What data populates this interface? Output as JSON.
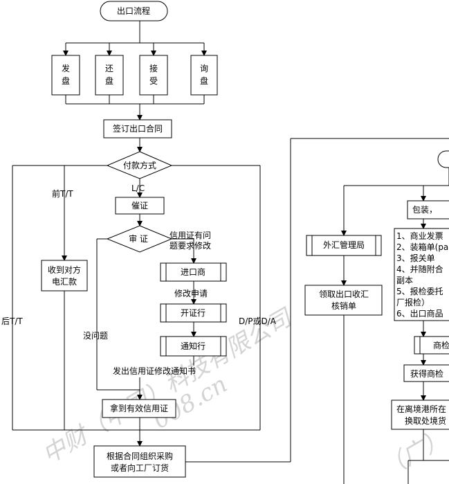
{
  "nodes": {
    "start": "出口流程",
    "s1": "发",
    "s1b": "盘",
    "s2": "还",
    "s2b": "盘",
    "s3": "接",
    "s3b": "受",
    "s4": "询",
    "s4b": "盘",
    "sign": "签订出口合同",
    "payment": "付款方式",
    "urge": "催证",
    "review": "审  证",
    "importer": "进口商",
    "issuing_bank": "开证行",
    "advising_bank": "通知行",
    "received_tt_1": "收到对方",
    "received_tt_2": "电汇款",
    "valid_lc": "拿到有效信用证",
    "purchase_1": "根据合同组织采购",
    "purchase_2": "或者向工厂订货",
    "forex_bureau": "外汇管理局",
    "verify_1": "领取出口收汇",
    "verify_2": "核销单",
    "packing": "包装，",
    "docs": [
      "1、商业发票",
      "2、装箱单(pa",
      "3、报关单",
      "4、并随附合",
      "副本",
      "5、报检委托",
      "厂报检）",
      "6、出口商品"
    ],
    "inspect": "商检",
    "get_inspect": "获得商检",
    "port_1": "在离境港所在",
    "port_2": "换取处境货"
  },
  "labels": {
    "pre_tt": "前T/T",
    "lc": "L/C",
    "post_tt": "后T/T",
    "dp_da": "D/P或D/A",
    "lc_problem_1": "信用证有问",
    "lc_problem_2": "题要求修改",
    "amend_request": "修改申请",
    "no_problem": "没问题",
    "amend_notice": "发出信用证修改通知书"
  },
  "watermark": {
    "line1": "中财（中国）科技有限公司",
    "line2": "008.cn",
    "line3": "（广）"
  }
}
